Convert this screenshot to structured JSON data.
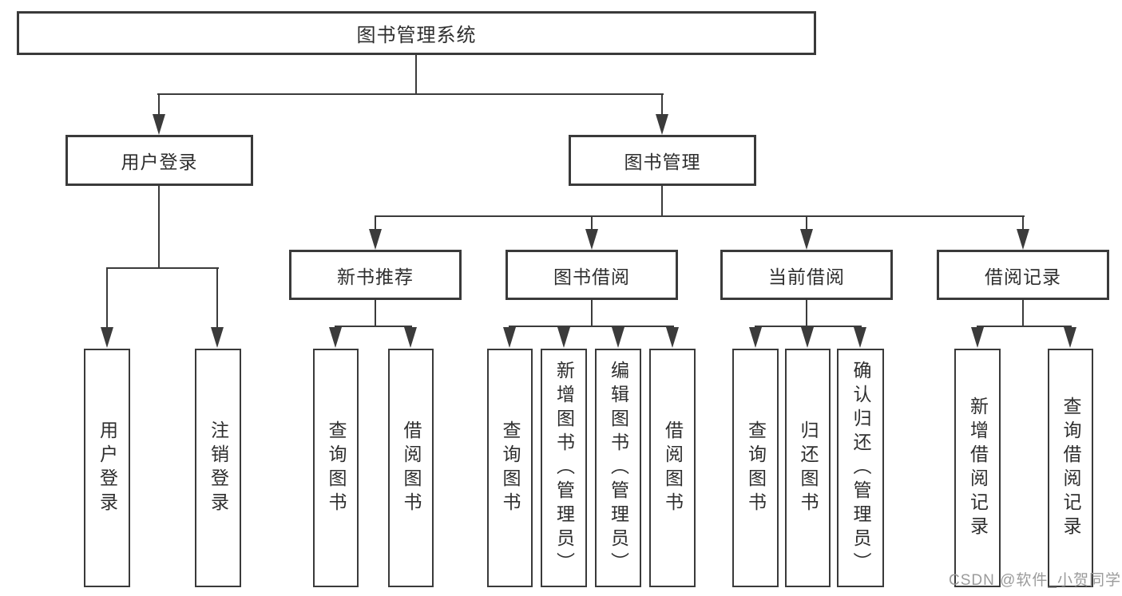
{
  "tree": {
    "root": {
      "label": "图书管理系统"
    },
    "branches": [
      {
        "label": "用户登录",
        "leaves": [
          {
            "label": "用户登录"
          },
          {
            "label": "注销登录"
          }
        ]
      },
      {
        "label": "图书管理",
        "groups": [
          {
            "label": "新书推荐",
            "leaves": [
              {
                "label": "查询图书"
              },
              {
                "label": "借阅图书"
              }
            ]
          },
          {
            "label": "图书借阅",
            "leaves": [
              {
                "label": "查询图书"
              },
              {
                "label": "新增图书（管理员）"
              },
              {
                "label": "编辑图书（管理员）"
              },
              {
                "label": "借阅图书"
              }
            ]
          },
          {
            "label": "当前借阅",
            "leaves": [
              {
                "label": "查询图书"
              },
              {
                "label": "归还图书"
              },
              {
                "label": "确认归还（管理员）"
              }
            ]
          },
          {
            "label": "借阅记录",
            "leaves": [
              {
                "label": "新增借阅记录"
              },
              {
                "label": "查询借阅记录"
              }
            ]
          }
        ]
      }
    ]
  },
  "watermark": {
    "text": "CSDN @软件_小贺同学"
  },
  "colors": {
    "line": "#3b3b3b",
    "border": "#3a3a3a",
    "text": "#2e2e2e",
    "background": "#ffffff",
    "watermark": "#9b9b9b"
  }
}
